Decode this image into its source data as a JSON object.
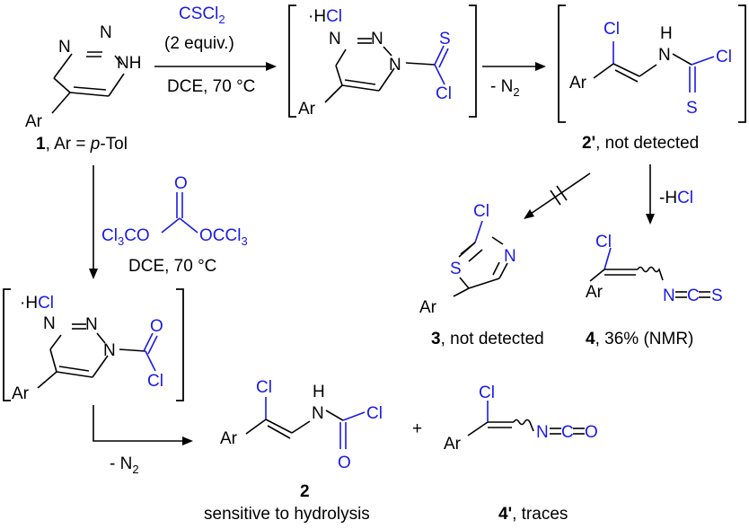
{
  "colors": {
    "reagent_blue": "#1a1ae6",
    "text_black": "#000000"
  },
  "atoms": {
    "N": "N",
    "NH": "NH",
    "H": "H",
    "Ar": "Ar",
    "Cl": "Cl",
    "S": "S",
    "O": "O",
    "HCl_salt_dot": "·H",
    "HCl_salt_cl": "Cl",
    "N_eq_C_eq_S": [
      "N",
      "=",
      "C",
      "=",
      "S"
    ],
    "N_eq_C_eq_O": [
      "N",
      "=",
      "C",
      "=",
      "O"
    ]
  },
  "reagents": {
    "cscl2": "CSCl",
    "cscl2_sub": "2",
    "cscl2_equiv": "(2 equiv.)",
    "conditions_dce": "DCE, 70 °C",
    "triphosgene_left": "Cl",
    "triphosgene_left_sub": "3",
    "triphosgene_left_rest": "CO",
    "triphosgene_right": "OCCl",
    "triphosgene_right_sub": "3",
    "loss_n2_prefix": "- N",
    "loss_n2_sub": "2",
    "loss_hcl_prefix": "-H",
    "loss_hcl_blue": "Cl"
  },
  "compounds": {
    "c1": {
      "number": "1",
      "label_rest": ", Ar = ",
      "label_italic": "p",
      "label_tail": "-Tol"
    },
    "c2p": {
      "number": "2'",
      "label_rest": ", not detected"
    },
    "c3": {
      "number": "3",
      "label_rest": ", not detected"
    },
    "c4": {
      "number": "4",
      "label_rest": ", 36% (NMR)"
    },
    "c2": {
      "number": "2",
      "note": "sensitive to hydrolysis"
    },
    "c4p": {
      "number": "4'",
      "label_rest": ", traces"
    }
  },
  "operators": {
    "plus": "+"
  }
}
